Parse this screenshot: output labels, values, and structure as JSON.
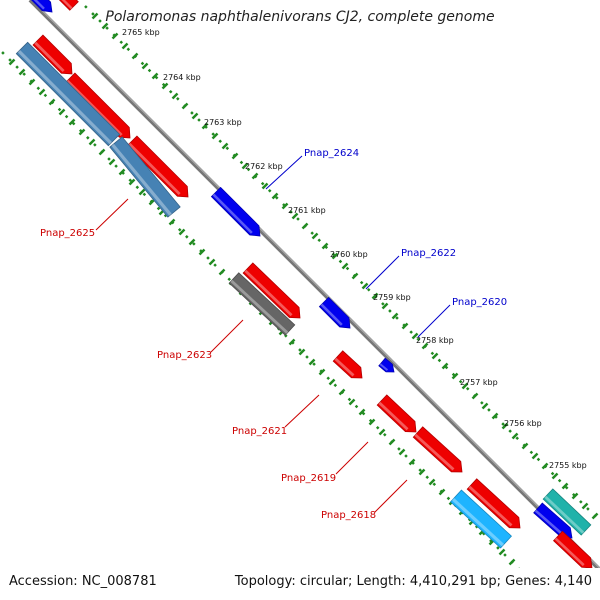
{
  "title": "Polaromonas naphthalenivorans CJ2, complete genome",
  "footer": {
    "accession_text": "Accession: NC_008781",
    "summary_text": "Topology: circular; Length: 4,410,291 bp; Genes: 4,140"
  },
  "ruler_ticks": [
    {
      "label": "2765 kbp",
      "kbp": 2765
    },
    {
      "label": "2764 kbp",
      "kbp": 2764
    },
    {
      "label": "2763 kbp",
      "kbp": 2763
    },
    {
      "label": "2762 kbp",
      "kbp": 2762
    },
    {
      "label": "2761 kbp",
      "kbp": 2761
    },
    {
      "label": "2760 kbp",
      "kbp": 2760
    },
    {
      "label": "2759 kbp",
      "kbp": 2759
    },
    {
      "label": "2758 kbp",
      "kbp": 2758
    },
    {
      "label": "2757 kbp",
      "kbp": 2757
    },
    {
      "label": "2756 kbp",
      "kbp": 2756
    },
    {
      "label": "2755 kbp",
      "kbp": 2755
    }
  ],
  "gene_labels": [
    {
      "text": "Pnap_2624",
      "strand": "forward",
      "color": "#0000cc"
    },
    {
      "text": "Pnap_2622",
      "strand": "forward",
      "color": "#0000cc"
    },
    {
      "text": "Pnap_2620",
      "strand": "forward",
      "color": "#0000cc"
    },
    {
      "text": "Pnap_2625",
      "strand": "reverse",
      "color": "#cc0000"
    },
    {
      "text": "Pnap_2623",
      "strand": "reverse",
      "color": "#cc0000"
    },
    {
      "text": "Pnap_2621",
      "strand": "reverse",
      "color": "#cc0000"
    },
    {
      "text": "Pnap_2619",
      "strand": "reverse",
      "color": "#cc0000"
    },
    {
      "text": "Pnap_2618",
      "strand": "reverse",
      "color": "#cc0000"
    }
  ],
  "colors": {
    "forward_cds": "#0000ee",
    "reverse_cds": "#ee0000",
    "backbone": "#808080",
    "ruler": "#228b22",
    "feature_steelblue": "#4682b4",
    "feature_gray": "#666666",
    "feature_skyblue": "#1eb4ff",
    "feature_teal": "#20b2aa"
  }
}
